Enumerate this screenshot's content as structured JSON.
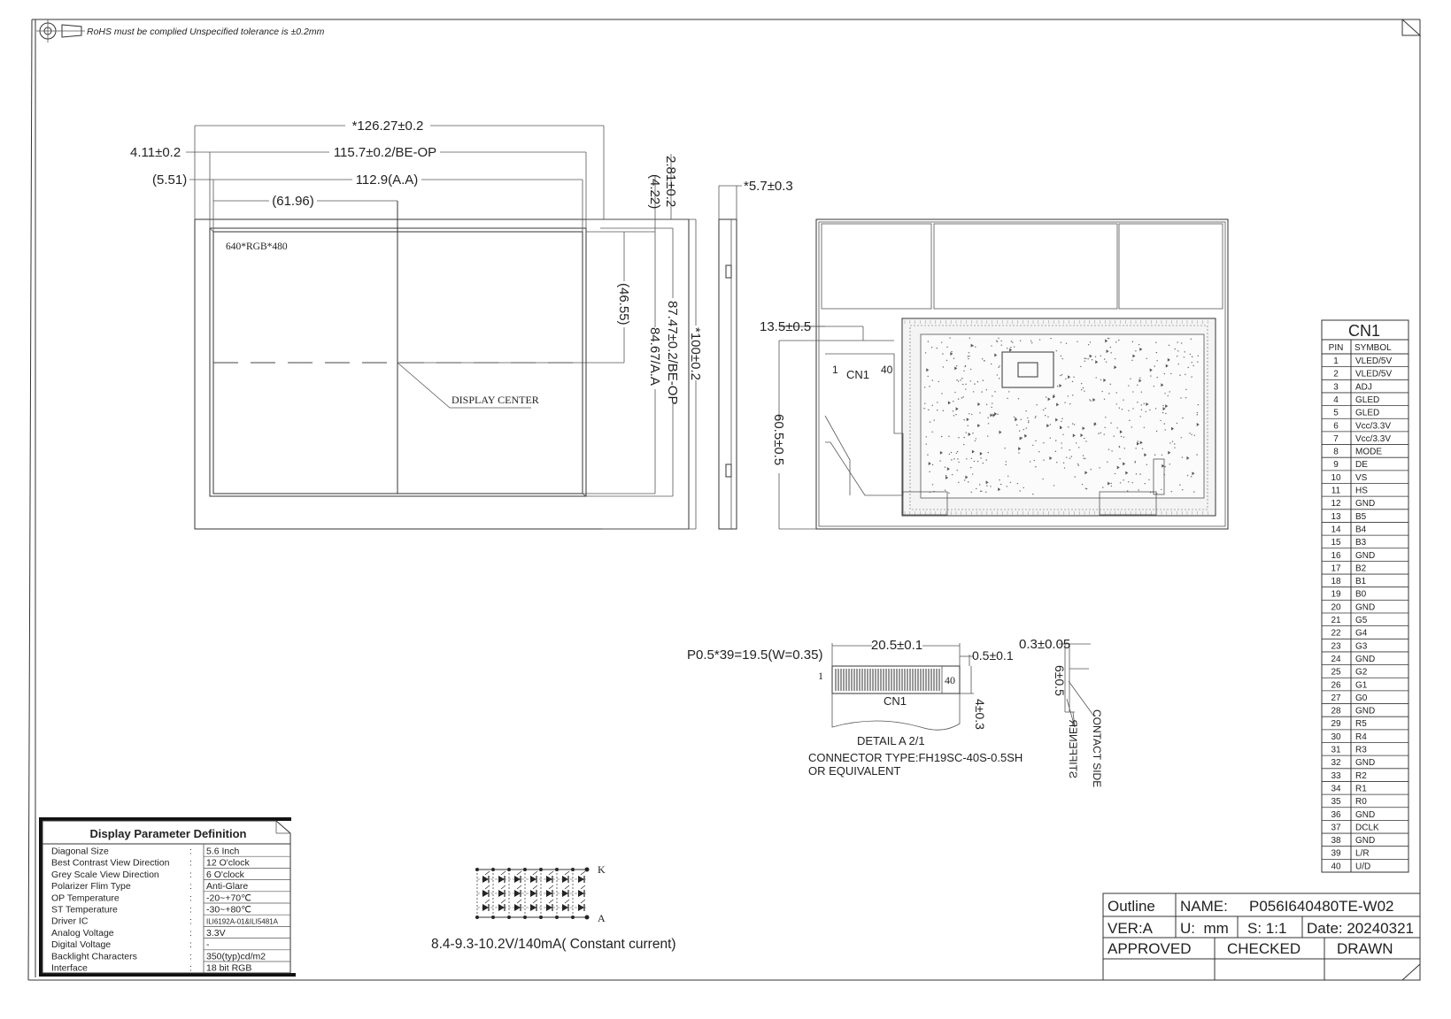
{
  "header": {
    "note": "RoHS must be complied Unspecified tolerance is ±0.2mm"
  },
  "front_view": {
    "dim_overall_width": "*126.27±0.2",
    "dim_left_offset": "4.11±0.2",
    "dim_beop_width": "115.7±0.2/BE-OP",
    "dim_aa_left": "(5.51)",
    "dim_aa_width": "112.9(A.A)",
    "dim_center_x": "(61.96)",
    "dim_top_offset": "2.81±0.2",
    "dim_aa_top": "(4.22)",
    "dim_center_y": "(46.55)",
    "dim_beop_height": "87.47±0.2/BE-OP",
    "dim_aa_height": "84.67/A.A",
    "dim_overall_height": "*100±0.2",
    "resolution_label": "640*RGB*480",
    "display_center_label": "DISPLAY CENTER"
  },
  "side_view": {
    "dim_thickness": "*5.7±0.3"
  },
  "back_view": {
    "dim_cn1_x": "13.5±0.5",
    "dim_cn1_y": "60.5±0.5",
    "cn1_label": "CN1",
    "pin_first": "1",
    "pin_last": "40"
  },
  "detail_a": {
    "dim_pitch": "P0.5*39=19.5(W=0.35)",
    "dim_width": "20.5±0.1",
    "dim_edge": "0.5±0.1",
    "dim_depth": "4±0.3",
    "pin_first": "1",
    "pin_last": "40",
    "label": "CN1",
    "title": "DETAIL A 2/1",
    "connector_type": "CONNECTOR TYPE:FH19SC-40S-0.5SH",
    "equivalent": "OR EQUIVALENT"
  },
  "thickness_detail": {
    "dim_contact": "0.3±0.05",
    "dim_length": "6±0.5",
    "stiffener": "STIFFENER",
    "contact_side": "CONTACT SIDE"
  },
  "cn1_table": {
    "title": "CN1",
    "headers": [
      "PIN",
      "SYMBOL"
    ],
    "rows": [
      [
        "1",
        "VLED/5V"
      ],
      [
        "2",
        "VLED/5V"
      ],
      [
        "3",
        "ADJ"
      ],
      [
        "4",
        "GLED"
      ],
      [
        "5",
        "GLED"
      ],
      [
        "6",
        "Vcc/3.3V"
      ],
      [
        "7",
        "Vcc/3.3V"
      ],
      [
        "8",
        "MODE"
      ],
      [
        "9",
        "DE"
      ],
      [
        "10",
        "VS"
      ],
      [
        "11",
        "HS"
      ],
      [
        "12",
        "GND"
      ],
      [
        "13",
        "B5"
      ],
      [
        "14",
        "B4"
      ],
      [
        "15",
        "B3"
      ],
      [
        "16",
        "GND"
      ],
      [
        "17",
        "B2"
      ],
      [
        "18",
        "B1"
      ],
      [
        "19",
        "B0"
      ],
      [
        "20",
        "GND"
      ],
      [
        "21",
        "G5"
      ],
      [
        "22",
        "G4"
      ],
      [
        "23",
        "G3"
      ],
      [
        "24",
        "GND"
      ],
      [
        "25",
        "G2"
      ],
      [
        "26",
        "G1"
      ],
      [
        "27",
        "G0"
      ],
      [
        "28",
        "GND"
      ],
      [
        "29",
        "R5"
      ],
      [
        "30",
        "R4"
      ],
      [
        "31",
        "R3"
      ],
      [
        "32",
        "GND"
      ],
      [
        "33",
        "R2"
      ],
      [
        "34",
        "R1"
      ],
      [
        "35",
        "R0"
      ],
      [
        "36",
        "GND"
      ],
      [
        "37",
        "DCLK"
      ],
      [
        "38",
        "GND"
      ],
      [
        "39",
        "L/R"
      ],
      [
        "40",
        "U/D"
      ]
    ]
  },
  "params_table": {
    "title": "Display Parameter Definition",
    "rows": [
      [
        "Diagonal Size",
        "5.6 Inch"
      ],
      [
        "Best Contrast View Direction",
        "12 O'clock"
      ],
      [
        "Grey Scale View Direction",
        "6 O'clock"
      ],
      [
        "Polarizer Flim Type",
        "Anti-Glare"
      ],
      [
        "OP Temperature",
        "-20~+70℃"
      ],
      [
        "ST Temperature",
        "-30~+80℃"
      ],
      [
        "Driver IC",
        "ILI6192A-01&ILI5481A"
      ],
      [
        "Analog Voltage",
        "3.3V"
      ],
      [
        "Digital Voltage",
        "-"
      ],
      [
        "Backlight Characters",
        "350(typ)cd/m2"
      ],
      [
        "Interface",
        "18 bit RGB"
      ]
    ]
  },
  "backlight": {
    "k_label": "K",
    "a_label": "A",
    "spec": "8.4-9.3-10.2V/140mA( Constant current)"
  },
  "title_block": {
    "outline": "Outline",
    "name_label": "NAME:",
    "name_value": "P056I640480TE-W02",
    "ver": "VER:A",
    "unit": "U:  mm",
    "scale": "S: 1:1",
    "date": "Date: 20240321",
    "approved": "APPROVED",
    "checked": "CHECKED",
    "drawn": "DRAWN"
  }
}
